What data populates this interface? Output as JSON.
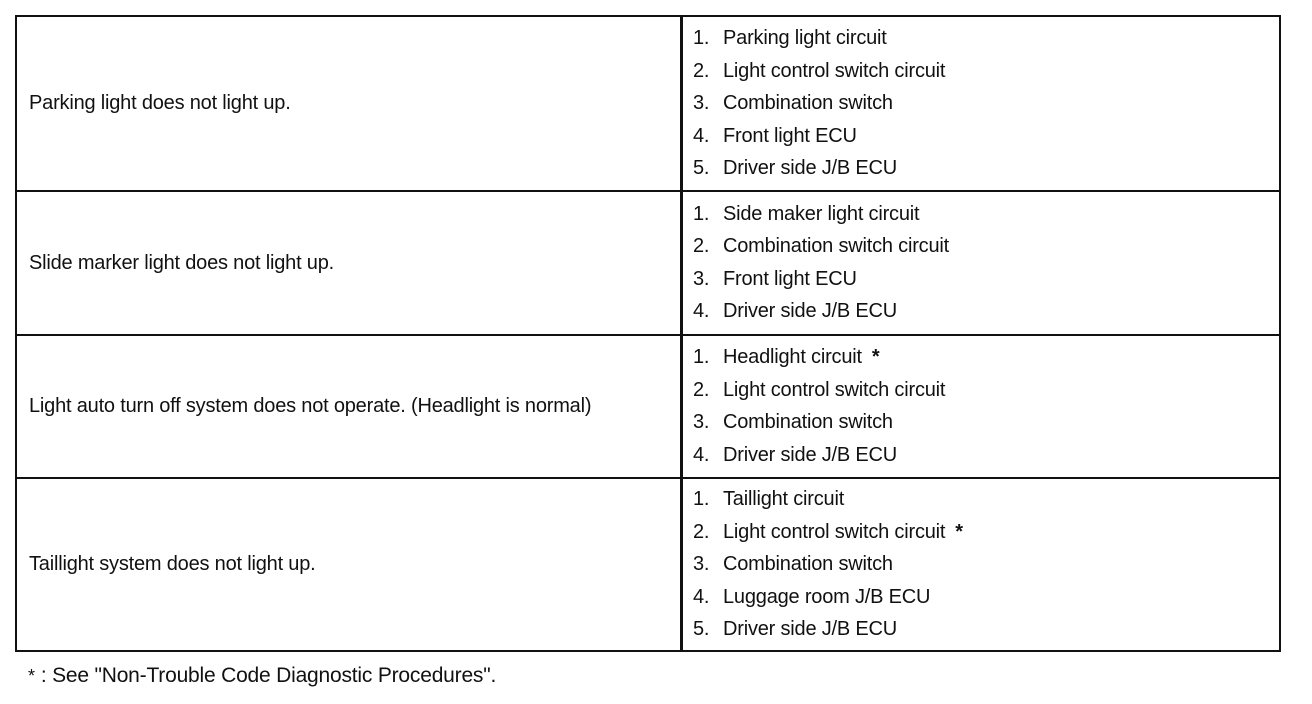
{
  "rows": [
    {
      "symptom": "Parking light does not light up.",
      "causes": [
        {
          "num": "1.",
          "text": "Parking light circuit",
          "star": ""
        },
        {
          "num": "2.",
          "text": "Light control switch circuit",
          "star": ""
        },
        {
          "num": "3.",
          "text": "Combination switch",
          "star": ""
        },
        {
          "num": "4.",
          "text": "Front light ECU",
          "star": ""
        },
        {
          "num": "5.",
          "text": "Driver side J/B ECU",
          "star": ""
        }
      ]
    },
    {
      "symptom": "Slide marker light does not light up.",
      "causes": [
        {
          "num": "1.",
          "text": "Side maker light circuit",
          "star": ""
        },
        {
          "num": "2.",
          "text": "Combination switch circuit",
          "star": ""
        },
        {
          "num": "3.",
          "text": "Front light ECU",
          "star": ""
        },
        {
          "num": "4.",
          "text": "Driver side J/B ECU",
          "star": ""
        }
      ]
    },
    {
      "symptom": "Light auto turn off system does not operate. (Headlight is normal)",
      "causes": [
        {
          "num": "1.",
          "text": "Headlight circuit",
          "star": "*"
        },
        {
          "num": "2.",
          "text": "Light control switch circuit",
          "star": ""
        },
        {
          "num": "3.",
          "text": "Combination switch",
          "star": ""
        },
        {
          "num": "4.",
          "text": "Driver side J/B ECU",
          "star": ""
        }
      ]
    },
    {
      "symptom": "Taillight system does not light up.",
      "causes": [
        {
          "num": "1.",
          "text": "Taillight circuit",
          "star": ""
        },
        {
          "num": "2.",
          "text": "Light control switch circuit",
          "star": "*"
        },
        {
          "num": "3.",
          "text": "Combination switch",
          "star": ""
        },
        {
          "num": "4.",
          "text": "Luggage room J/B ECU",
          "star": ""
        },
        {
          "num": "5.",
          "text": "Driver side J/B ECU",
          "star": ""
        }
      ]
    }
  ],
  "footnote": {
    "star": "*",
    "text": ": See \"Non-Trouble Code Diagnostic Procedures\"."
  }
}
